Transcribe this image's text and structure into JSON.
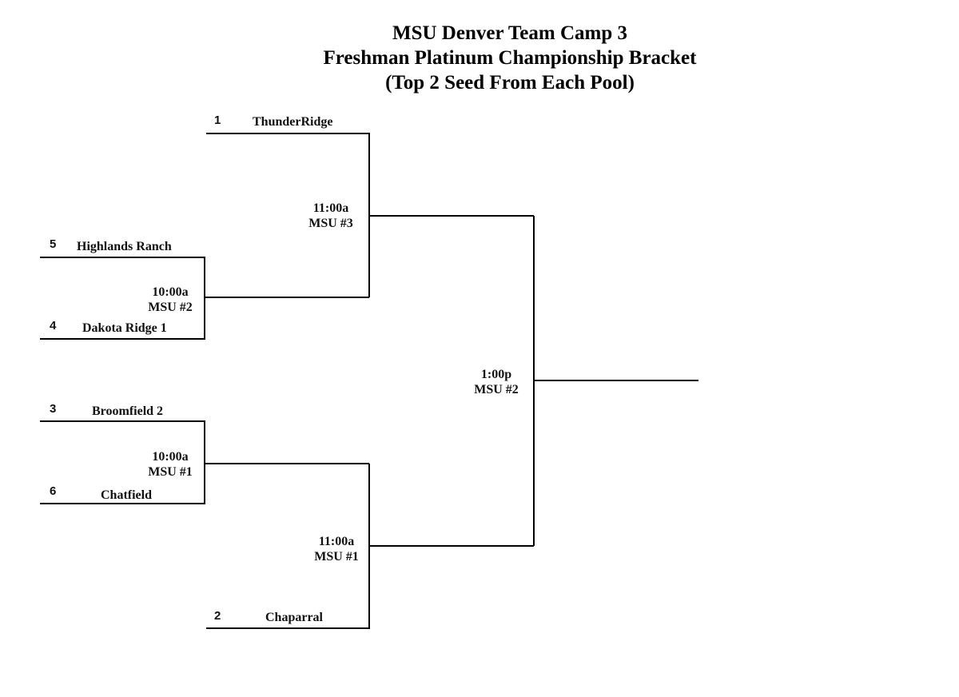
{
  "header": {
    "title_line1": "MSU Denver Team Camp 3",
    "title_line2": "Freshman Platinum Championship Bracket",
    "title_line3": "(Top 2 Seed From Each Pool)"
  },
  "teams": [
    {
      "seed": "1",
      "name": "ThunderRidge"
    },
    {
      "seed": "5",
      "name": "Highlands Ranch"
    },
    {
      "seed": "4",
      "name": "Dakota Ridge 1"
    },
    {
      "seed": "3",
      "name": "Broomfield 2"
    },
    {
      "seed": "6",
      "name": "Chatfield"
    },
    {
      "seed": "2",
      "name": "Chaparral"
    }
  ],
  "games": [
    {
      "time": "10:00a",
      "court": "MSU #2"
    },
    {
      "time": "11:00a",
      "court": "MSU #3"
    },
    {
      "time": "10:00a",
      "court": "MSU #1"
    },
    {
      "time": "11:00a",
      "court": "MSU #1"
    },
    {
      "time": "1:00p",
      "court": "MSU #2"
    }
  ]
}
